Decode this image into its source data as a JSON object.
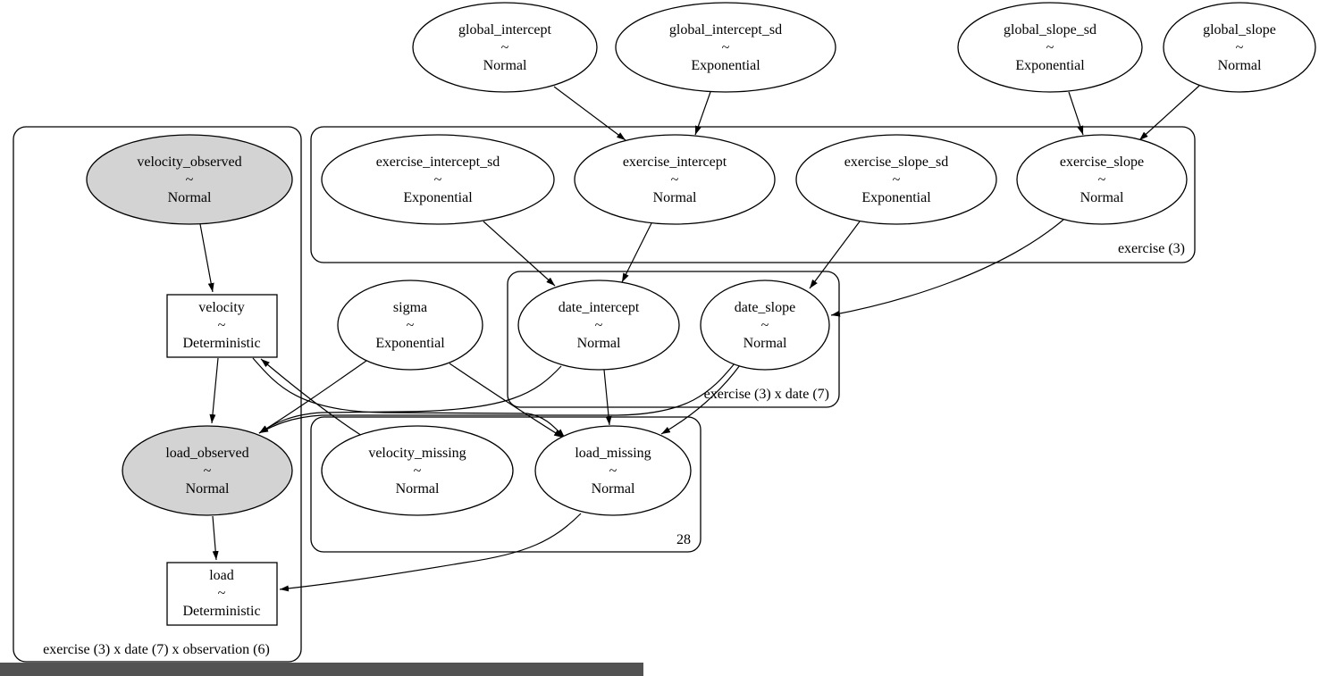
{
  "clusters": [
    {
      "id": "obs",
      "label": "exercise (3) x date (7) x observation (6)"
    },
    {
      "id": "exercise",
      "label": "exercise (3)"
    },
    {
      "id": "date",
      "label": "exercise (3) x date (7)"
    },
    {
      "id": "missing",
      "label": "28"
    }
  ],
  "nodes": [
    {
      "id": "global_intercept",
      "name": "global_intercept",
      "tilde": "~",
      "dist": "Normal",
      "shape": "ellipse",
      "observed": false
    },
    {
      "id": "global_intercept_sd",
      "name": "global_intercept_sd",
      "tilde": "~",
      "dist": "Exponential",
      "shape": "ellipse",
      "observed": false
    },
    {
      "id": "global_slope_sd",
      "name": "global_slope_sd",
      "tilde": "~",
      "dist": "Exponential",
      "shape": "ellipse",
      "observed": false
    },
    {
      "id": "global_slope",
      "name": "global_slope",
      "tilde": "~",
      "dist": "Normal",
      "shape": "ellipse",
      "observed": false
    },
    {
      "id": "exercise_intercept_sd",
      "name": "exercise_intercept_sd",
      "tilde": "~",
      "dist": "Exponential",
      "shape": "ellipse",
      "observed": false
    },
    {
      "id": "exercise_intercept",
      "name": "exercise_intercept",
      "tilde": "~",
      "dist": "Normal",
      "shape": "ellipse",
      "observed": false
    },
    {
      "id": "exercise_slope_sd",
      "name": "exercise_slope_sd",
      "tilde": "~",
      "dist": "Exponential",
      "shape": "ellipse",
      "observed": false
    },
    {
      "id": "exercise_slope",
      "name": "exercise_slope",
      "tilde": "~",
      "dist": "Normal",
      "shape": "ellipse",
      "observed": false
    },
    {
      "id": "velocity_observed",
      "name": "velocity_observed",
      "tilde": "~",
      "dist": "Normal",
      "shape": "ellipse",
      "observed": true
    },
    {
      "id": "velocity",
      "name": "velocity",
      "tilde": "~",
      "dist": "Deterministic",
      "shape": "box",
      "observed": false
    },
    {
      "id": "sigma",
      "name": "sigma",
      "tilde": "~",
      "dist": "Exponential",
      "shape": "ellipse",
      "observed": false
    },
    {
      "id": "date_intercept",
      "name": "date_intercept",
      "tilde": "~",
      "dist": "Normal",
      "shape": "ellipse",
      "observed": false
    },
    {
      "id": "date_slope",
      "name": "date_slope",
      "tilde": "~",
      "dist": "Normal",
      "shape": "ellipse",
      "observed": false
    },
    {
      "id": "load_observed",
      "name": "load_observed",
      "tilde": "~",
      "dist": "Normal",
      "shape": "ellipse",
      "observed": true
    },
    {
      "id": "velocity_missing",
      "name": "velocity_missing",
      "tilde": "~",
      "dist": "Normal",
      "shape": "ellipse",
      "observed": false
    },
    {
      "id": "load_missing",
      "name": "load_missing",
      "tilde": "~",
      "dist": "Normal",
      "shape": "ellipse",
      "observed": false
    },
    {
      "id": "load",
      "name": "load",
      "tilde": "~",
      "dist": "Deterministic",
      "shape": "box",
      "observed": false
    }
  ],
  "edges": [
    {
      "from": "global_intercept",
      "to": "exercise_intercept"
    },
    {
      "from": "global_intercept_sd",
      "to": "exercise_intercept"
    },
    {
      "from": "global_slope_sd",
      "to": "exercise_slope"
    },
    {
      "from": "global_slope",
      "to": "exercise_slope"
    },
    {
      "from": "exercise_intercept_sd",
      "to": "date_intercept"
    },
    {
      "from": "exercise_intercept",
      "to": "date_intercept"
    },
    {
      "from": "exercise_slope_sd",
      "to": "date_slope"
    },
    {
      "from": "exercise_slope",
      "to": "date_slope"
    },
    {
      "from": "velocity_observed",
      "to": "velocity"
    },
    {
      "from": "velocity",
      "to": "load_observed"
    },
    {
      "from": "sigma",
      "to": "load_observed"
    },
    {
      "from": "date_intercept",
      "to": "load_observed"
    },
    {
      "from": "date_slope",
      "to": "load_observed"
    },
    {
      "from": "velocity_missing",
      "to": "velocity"
    },
    {
      "from": "velocity",
      "to": "load_missing"
    },
    {
      "from": "sigma",
      "to": "load_missing"
    },
    {
      "from": "date_intercept",
      "to": "load_missing"
    },
    {
      "from": "date_slope",
      "to": "load_missing"
    },
    {
      "from": "load_missing",
      "to": "load"
    },
    {
      "from": "load_observed",
      "to": "load"
    }
  ],
  "colors": {
    "observed_fill": "#d3d3d3",
    "stroke": "#000000",
    "scrollbar": "#525252"
  }
}
